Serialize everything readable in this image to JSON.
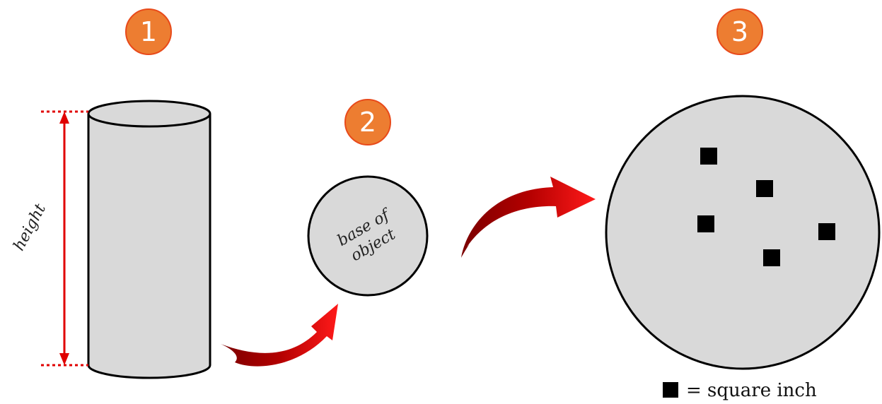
{
  "steps": [
    {
      "number": "1",
      "badge_color": "#ED7D31"
    },
    {
      "number": "2",
      "badge_color": "#ED7D31"
    },
    {
      "number": "3",
      "badge_color": "#ED7D31"
    }
  ],
  "cylinder": {
    "height_label": "height",
    "fill_color": "#D9D9D9",
    "measure_color": "#E00000"
  },
  "base": {
    "label_line1": "base of",
    "label_line2": "object"
  },
  "grid_view": {
    "square_count": 5,
    "fill_color": "#D9D9D9"
  },
  "legend": {
    "text": "= square inch"
  },
  "arrow_color": "#CC0000"
}
